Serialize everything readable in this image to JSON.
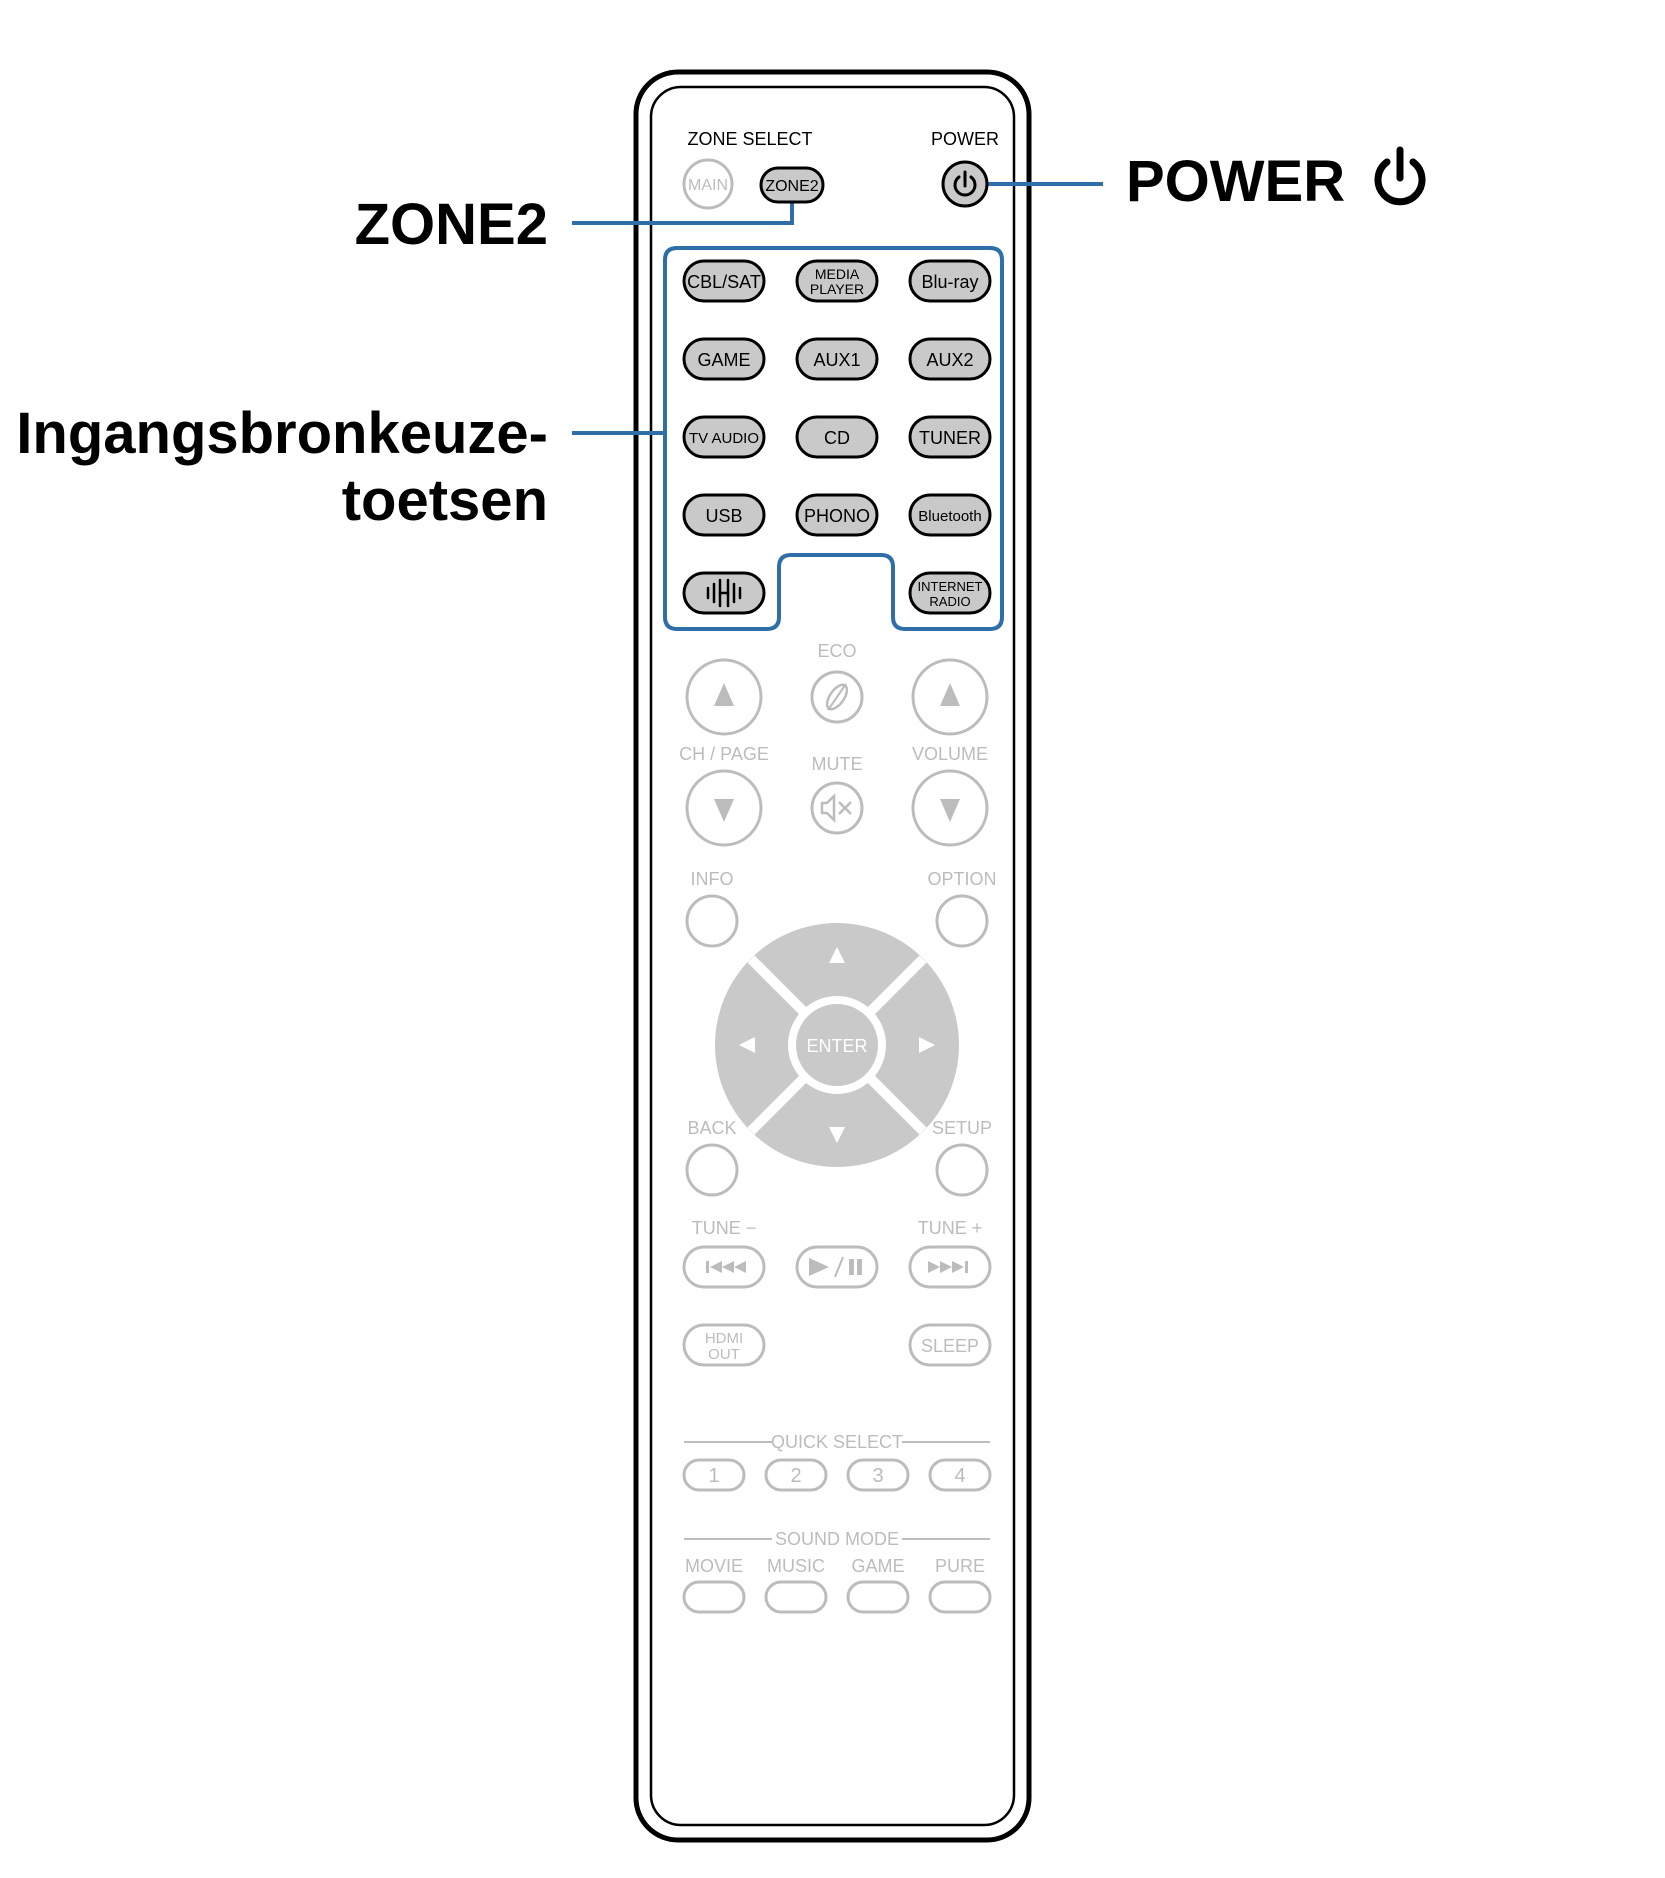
{
  "colors": {
    "accent": "#2f6ea8",
    "active_button_fill": "#c9c9c9",
    "inactive": "#bcbcbc",
    "outline": "#000000"
  },
  "callouts": {
    "zone2": "ZONE2",
    "power": "POWER",
    "power_icon": "power-icon",
    "input_line1": "Ingangsbronkeuze-",
    "input_line2": "toetsen"
  },
  "remote": {
    "zone_select_label": "ZONE SELECT",
    "power_label": "POWER",
    "main_button": "MAIN",
    "zone2_button": "ZONE2",
    "input_buttons": {
      "cbl_sat": "CBL/SAT",
      "media_player_1": "MEDIA",
      "media_player_2": "PLAYER",
      "bluray": "Blu-ray",
      "game": "GAME",
      "aux1": "AUX1",
      "aux2": "AUX2",
      "tv_audio": "TV AUDIO",
      "cd": "CD",
      "tuner": "TUNER",
      "usb": "USB",
      "phono": "PHONO",
      "bluetooth": "Bluetooth",
      "heos_icon": "heos-icon",
      "internet_radio_1": "INTERNET",
      "internet_radio_2": "RADIO"
    },
    "eco": "ECO",
    "ch_page": "CH / PAGE",
    "mute": "MUTE",
    "volume": "VOLUME",
    "info": "INFO",
    "option": "OPTION",
    "enter": "ENTER",
    "back": "BACK",
    "setup": "SETUP",
    "tune_minus": "TUNE −",
    "tune_plus": "TUNE +",
    "hdmi_out_1": "HDMI",
    "hdmi_out_2": "OUT",
    "sleep": "SLEEP",
    "quick_select": "QUICK SELECT",
    "quick_buttons": [
      "1",
      "2",
      "3",
      "4"
    ],
    "sound_mode": "SOUND MODE",
    "sound_buttons": [
      "MOVIE",
      "MUSIC",
      "GAME",
      "PURE"
    ]
  }
}
